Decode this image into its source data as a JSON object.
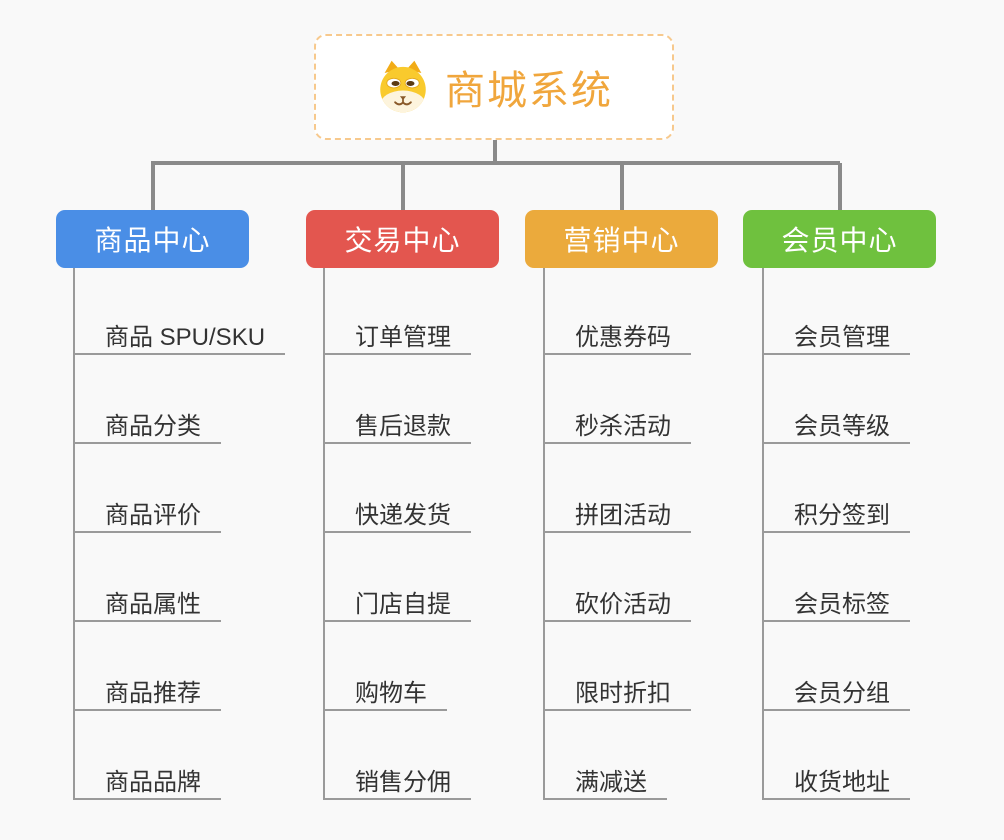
{
  "root": {
    "title": "商城系统",
    "icon": "dog-face-icon"
  },
  "branches": [
    {
      "label": "商品中心",
      "color": "#4a8ee6",
      "items": [
        "商品 SPU/SKU",
        "商品分类",
        "商品评价",
        "商品属性",
        "商品推荐",
        "商品品牌"
      ]
    },
    {
      "label": "交易中心",
      "color": "#e3564f",
      "items": [
        "订单管理",
        "售后退款",
        "快递发货",
        "门店自提",
        "购物车",
        "销售分佣"
      ]
    },
    {
      "label": "营销中心",
      "color": "#ebaa3c",
      "items": [
        "优惠券码",
        "秒杀活动",
        "拼团活动",
        "砍价活动",
        "限时折扣",
        "满减送"
      ]
    },
    {
      "label": "会员中心",
      "color": "#6fc13e",
      "items": [
        "会员管理",
        "会员等级",
        "积分签到",
        "会员标签",
        "会员分组",
        "收货地址"
      ]
    }
  ],
  "colors": {
    "background": "#f9f9f9",
    "connector": "#8a8a8a",
    "underline": "#9a9a9a",
    "item_text": "#333333",
    "root_text": "#f0a63c",
    "root_border": "#f7c98d"
  }
}
